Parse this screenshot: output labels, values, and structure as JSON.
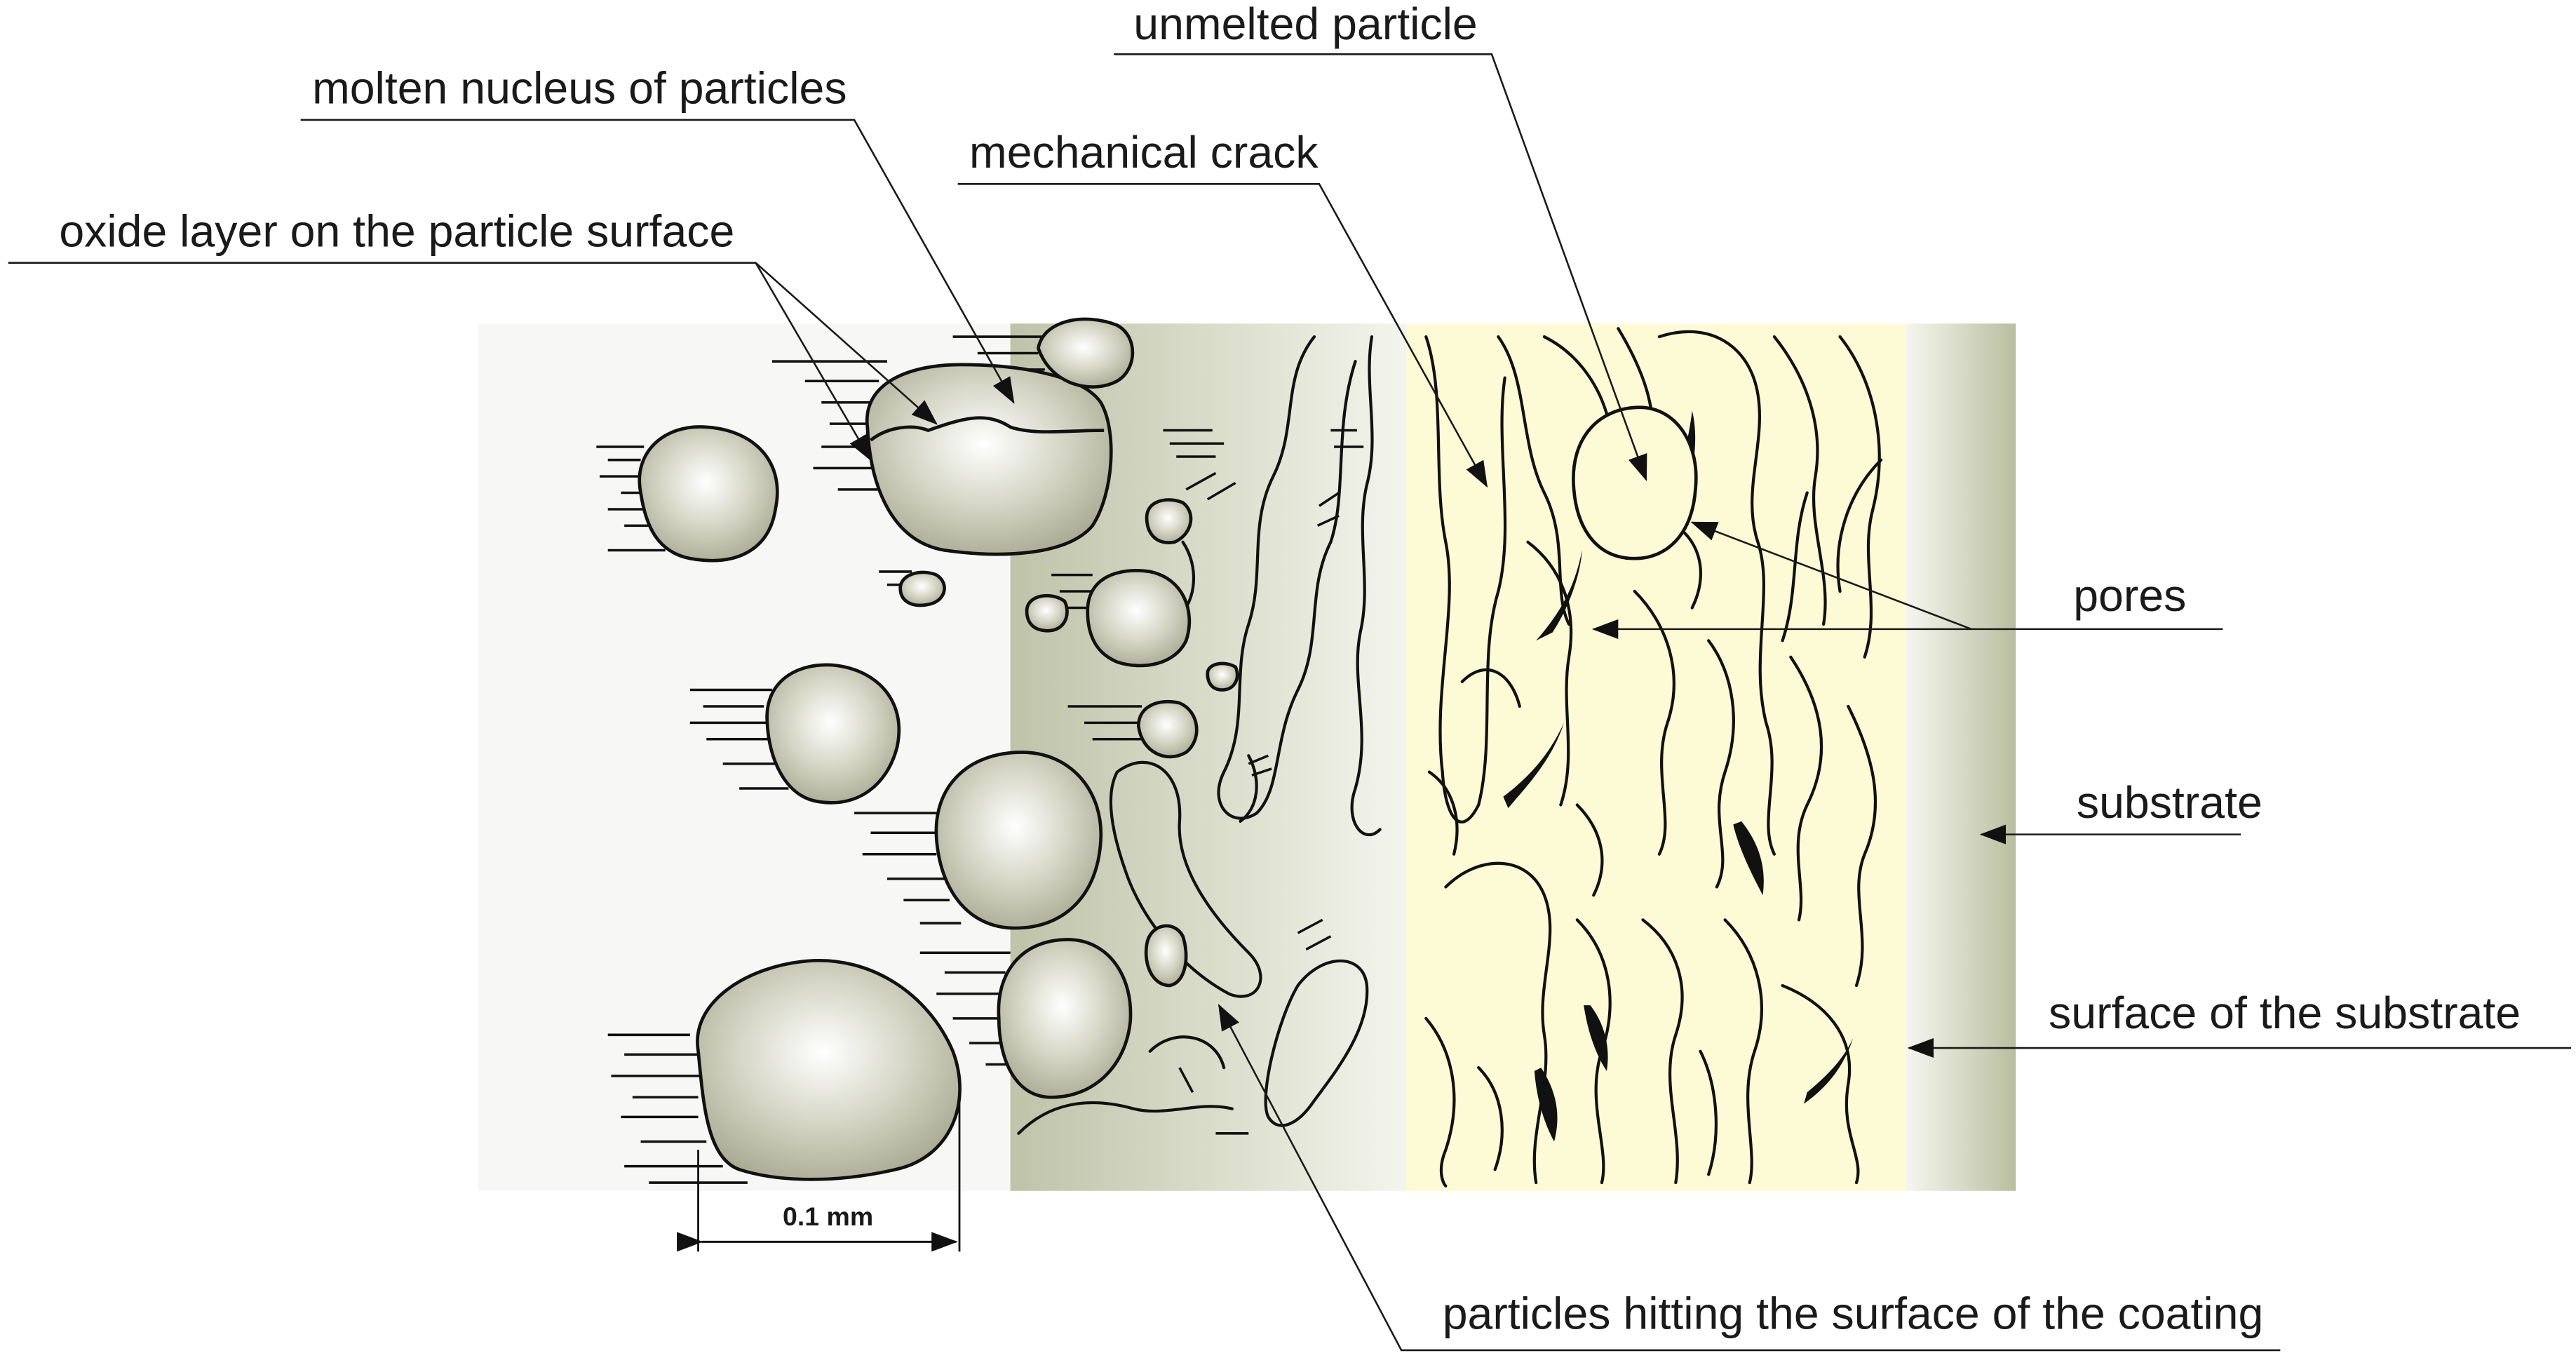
{
  "labels": {
    "unmelted_particle": "unmelted particle",
    "molten_nucleus": "molten nucleus of particles",
    "mechanical_crack": "mechanical crack",
    "oxide_layer": "oxide layer on the particle surface",
    "pores": "pores",
    "substrate": "substrate",
    "surface_of_substrate": "surface of the substrate",
    "particles_hitting": "particles hitting the surface of the coating",
    "scale": "0.1 mm"
  },
  "colors": {
    "background_zone": "#f7f7f5",
    "deposit_zone": "#c3c7ae",
    "coating_fill": "#fdfbd6",
    "substrate_fill": "#c4c8ac",
    "particle_fill": "#aeb097",
    "pore_fill": "#111111",
    "line": "#1a1a1a"
  }
}
